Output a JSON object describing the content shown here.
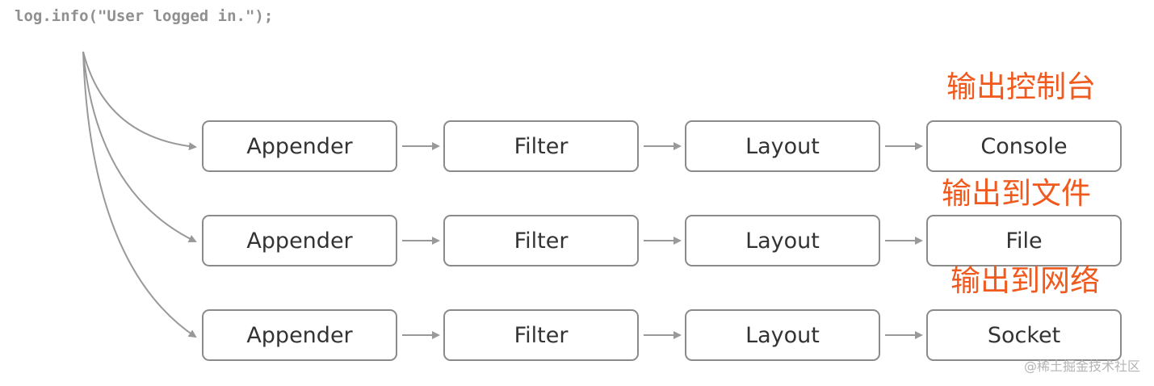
{
  "code_call": "log.info(\"User logged in.\");",
  "rows": [
    {
      "appender": "Appender",
      "filter": "Filter",
      "layout": "Layout",
      "output": "Console",
      "annotation": "输出控制台"
    },
    {
      "appender": "Appender",
      "filter": "Filter",
      "layout": "Layout",
      "output": "File",
      "annotation": "输出到文件"
    },
    {
      "appender": "Appender",
      "filter": "Filter",
      "layout": "Layout",
      "output": "Socket",
      "annotation": "输出到网络"
    }
  ],
  "watermark": "@稀土掘金技术社区",
  "colors": {
    "annotation": "#f05a1e",
    "box_border": "#8a8a8a",
    "wire": "#999999",
    "code": "#909090"
  }
}
